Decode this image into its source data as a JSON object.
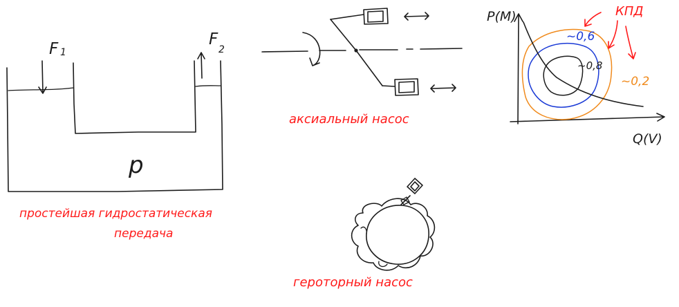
{
  "hydrostatic": {
    "f1": "F",
    "f1_sub": "1",
    "f2": "F",
    "f2_sub": "2",
    "pressure": "p",
    "caption_line1": "простейшая гидростатическая",
    "caption_line2": "передача"
  },
  "axial_pump": {
    "caption": "аксиальный насос"
  },
  "performance_chart": {
    "y_axis_label": "P(M)",
    "x_axis_label": "Q(V)",
    "efficiency_label": "КПД",
    "contours": [
      {
        "label": "~0,6",
        "color": "#1a3ad6"
      },
      {
        "label": "~0,8",
        "color": "#1c1c1c"
      },
      {
        "label": "~0,2",
        "color": "#f08a1c"
      }
    ]
  },
  "gerotor_pump": {
    "caption": "героторный насос"
  },
  "colors": {
    "ink": "#1c1c1c",
    "caption_red": "#ff1a1a",
    "contour_blue": "#1a3ad6",
    "contour_orange": "#f08a1c"
  }
}
